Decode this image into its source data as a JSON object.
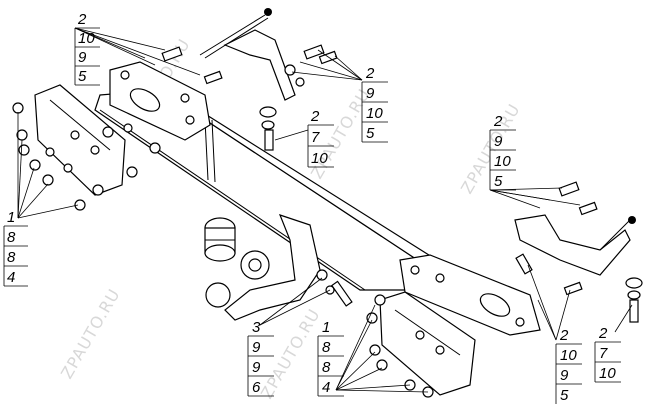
{
  "watermark": "ZPAUTO.RU",
  "callouts": [
    {
      "id": "top-left",
      "numbers": [
        "2",
        "10",
        "9",
        "5"
      ]
    },
    {
      "id": "top-middle",
      "numbers": [
        "2",
        "9",
        "10",
        "5"
      ]
    },
    {
      "id": "center-bracket",
      "numbers": [
        "2",
        "7",
        "10"
      ]
    },
    {
      "id": "right-upper",
      "numbers": [
        "2",
        "9",
        "10",
        "5"
      ]
    },
    {
      "id": "left-lower",
      "numbers": [
        "1",
        "8",
        "8",
        "4"
      ]
    },
    {
      "id": "bottom-ball",
      "numbers": [
        "3",
        "9",
        "9",
        "6"
      ]
    },
    {
      "id": "bottom-center",
      "numbers": [
        "1",
        "8",
        "8",
        "4"
      ]
    },
    {
      "id": "bottom-right-a",
      "numbers": [
        "2",
        "10",
        "9",
        "5"
      ]
    },
    {
      "id": "bottom-right-b",
      "numbers": [
        "2",
        "7",
        "10"
      ]
    }
  ]
}
